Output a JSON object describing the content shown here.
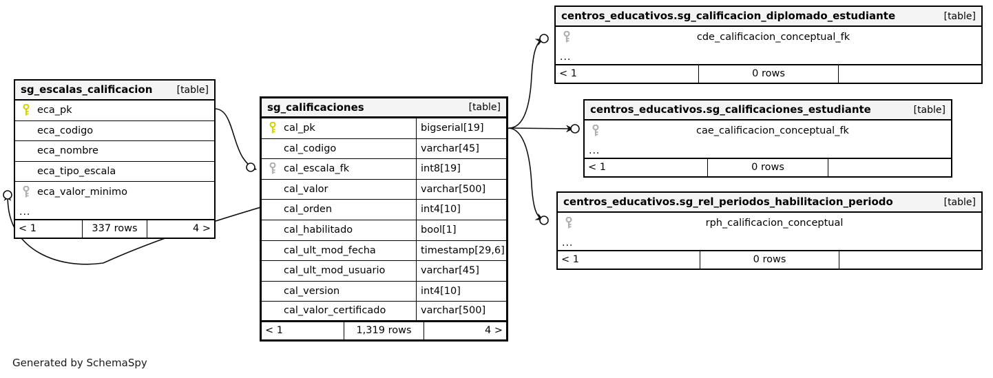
{
  "caption": "Generated by SchemaSpy",
  "labels": {
    "table_tag": "[table]",
    "ellipsis": "...",
    "prev": "< 1",
    "next": "4 >",
    "empty": ""
  },
  "icons": {
    "primary_key": "key-icon-primary",
    "foreign_key": "key-icon-foreign"
  },
  "colors": {
    "primary_key": "#d6d600",
    "foreign_key": "#b0b0b0",
    "header_bg": "#f4f4f4",
    "border": "#000000",
    "background": "#ffffff",
    "edge": "#1a1a1a"
  },
  "tables": [
    {
      "id": "sg_escalas_calificacion",
      "name": "sg_escalas_calificacion",
      "tag": "[table]",
      "columns": [
        {
          "name": "eca_pk",
          "key": "primary",
          "type": ""
        },
        {
          "name": "eca_codigo",
          "key": "none",
          "type": ""
        },
        {
          "name": "eca_nombre",
          "key": "none",
          "type": ""
        },
        {
          "name": "eca_tipo_escala",
          "key": "none",
          "type": ""
        },
        {
          "name": "eca_valor_minimo",
          "key": "foreign",
          "type": ""
        }
      ],
      "ellipsis": "...",
      "footer": {
        "prev": "< 1",
        "rows": "337 rows",
        "next": "4 >"
      }
    },
    {
      "id": "sg_calificaciones",
      "name": "sg_calificaciones",
      "tag": "[table]",
      "columns": [
        {
          "name": "cal_pk",
          "key": "primary",
          "type": "bigserial[19]"
        },
        {
          "name": "cal_codigo",
          "key": "none",
          "type": "varchar[45]"
        },
        {
          "name": "cal_escala_fk",
          "key": "foreign",
          "type": "int8[19]"
        },
        {
          "name": "cal_valor",
          "key": "none",
          "type": "varchar[500]"
        },
        {
          "name": "cal_orden",
          "key": "none",
          "type": "int4[10]"
        },
        {
          "name": "cal_habilitado",
          "key": "none",
          "type": "bool[1]"
        },
        {
          "name": "cal_ult_mod_fecha",
          "key": "none",
          "type": "timestamp[29,6]"
        },
        {
          "name": "cal_ult_mod_usuario",
          "key": "none",
          "type": "varchar[45]"
        },
        {
          "name": "cal_version",
          "key": "none",
          "type": "int4[10]"
        },
        {
          "name": "cal_valor_certificado",
          "key": "none",
          "type": "varchar[500]"
        }
      ],
      "footer": {
        "prev": "< 1",
        "rows": "1,319 rows",
        "next": "4 >"
      }
    },
    {
      "id": "sg_calificacion_diplomado_estudiante",
      "name": "centros_educativos.sg_calificacion_diplomado_estudiante",
      "tag": "[table]",
      "columns": [
        {
          "name": "cde_calificacion_conceptual_fk",
          "key": "foreign",
          "type": ""
        }
      ],
      "ellipsis": "...",
      "footer": {
        "prev": "< 1",
        "rows": "0 rows",
        "next": ""
      }
    },
    {
      "id": "sg_calificaciones_estudiante",
      "name": "centros_educativos.sg_calificaciones_estudiante",
      "tag": "[table]",
      "columns": [
        {
          "name": "cae_calificacion_conceptual_fk",
          "key": "foreign",
          "type": ""
        }
      ],
      "ellipsis": "...",
      "footer": {
        "prev": "< 1",
        "rows": "0 rows",
        "next": ""
      }
    },
    {
      "id": "sg_rel_periodos_habilitacion_periodo",
      "name": "centros_educativos.sg_rel_periodos_habilitacion_periodo",
      "tag": "[table]",
      "columns": [
        {
          "name": "rph_calificacion_conceptual",
          "key": "foreign",
          "type": ""
        }
      ],
      "ellipsis": "...",
      "footer": {
        "prev": "< 1",
        "rows": "0 rows",
        "next": ""
      }
    }
  ],
  "relationships": [
    {
      "from": "sg_escalas_calificacion.eca_pk",
      "to": "sg_calificaciones.cal_escala_fk"
    },
    {
      "from": "sg_calificaciones.cal_pk",
      "to": "sg_escalas_calificacion.eca_valor_minimo"
    },
    {
      "from": "sg_calificaciones.cal_pk",
      "to": "sg_calificacion_diplomado_estudiante.cde_calificacion_conceptual_fk"
    },
    {
      "from": "sg_calificaciones.cal_pk",
      "to": "sg_calificaciones_estudiante.cae_calificacion_conceptual_fk"
    },
    {
      "from": "sg_calificaciones.cal_pk",
      "to": "sg_rel_periodos_habilitacion_periodo.rph_calificacion_conceptual"
    }
  ]
}
